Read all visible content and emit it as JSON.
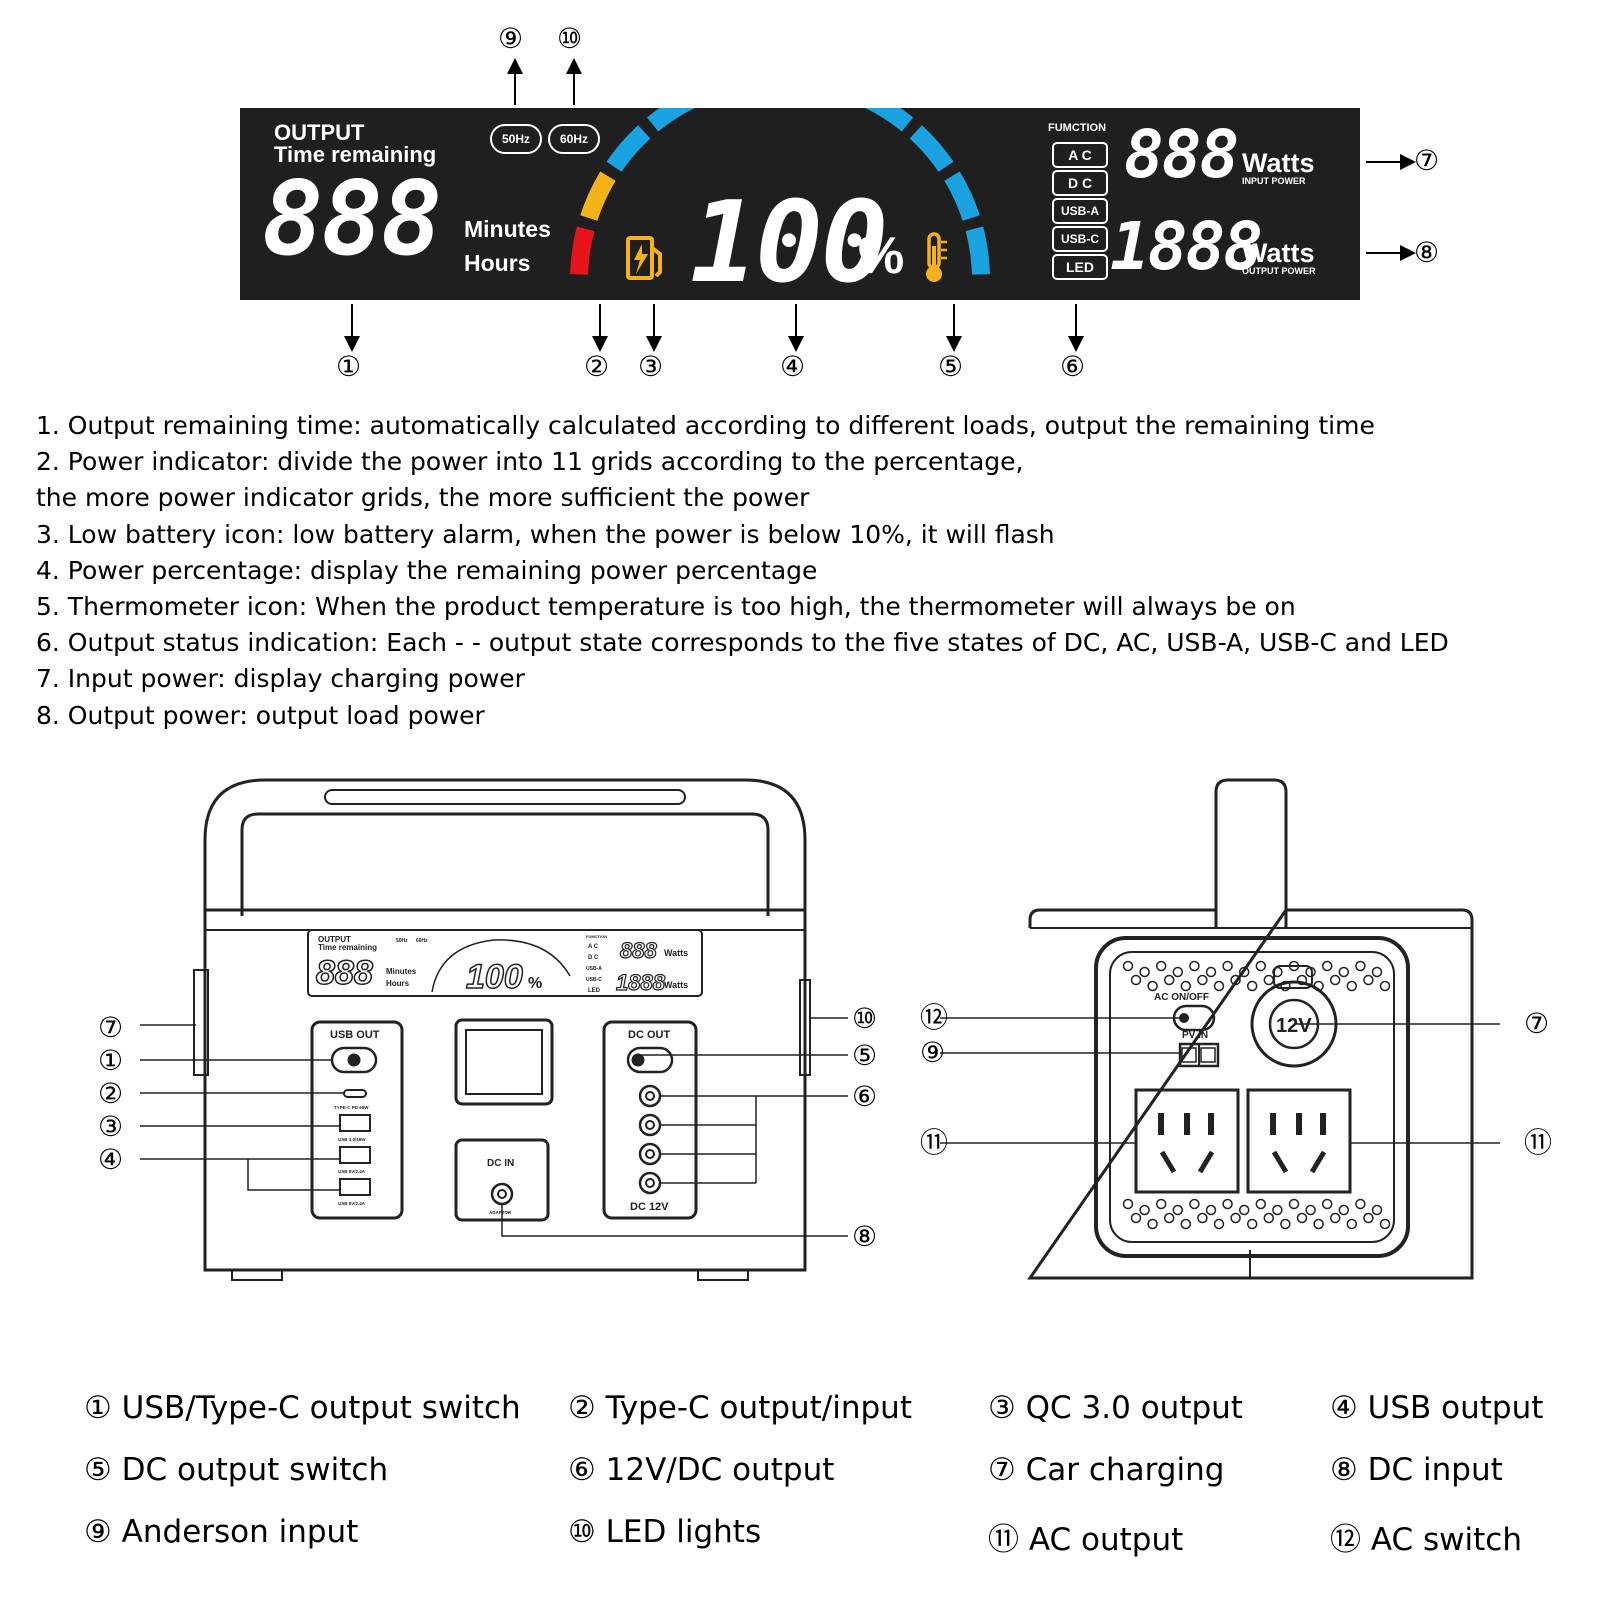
{
  "lcd": {
    "output_label": "OUTPUT",
    "time_remaining_label": "Time remaining",
    "time_digits": "888",
    "minutes_label": "Minutes",
    "hours_label": "Hours",
    "hz_50": "50Hz",
    "hz_60": "60Hz",
    "percent_digits": "100",
    "percent_sign": "%",
    "function_label": "FUMCTION",
    "functions": [
      "A C",
      "D C",
      "USB-A",
      "USB-C",
      "LED"
    ],
    "input_digits": "888",
    "output_digits": "1888",
    "watts_label": "Watts",
    "input_power_label": "INPUT POWER",
    "output_power_label": "OUTPUT POWER",
    "colors": {
      "red": "#e8141b",
      "yellow": "#f5b21b",
      "blue": "#1aa3e0",
      "icon": "#f5b21b"
    }
  },
  "callouts": [
    "①",
    "②",
    "③",
    "④",
    "⑤",
    "⑥",
    "⑦",
    "⑧",
    "⑨",
    "⑩",
    "⑪",
    "⑫"
  ],
  "descriptions": [
    "1. Output remaining time: automatically calculated according to different loads, output the remaining time",
    "2. Power indicator: divide the power into 11 grids according to the percentage,",
    "the more power indicator grids, the more sufficient the power",
    "3. Low battery icon: low battery alarm, when the power is below 10%, it will flash",
    "4. Power percentage: display the remaining power percentage",
    "5. Thermometer icon: When the product temperature is too high, the thermometer will always be on",
    "6. Output status indication: Each - - output state corresponds to the five states of DC, AC, USB-A, USB-C and LED",
    "7. Input power: display charging power",
    "8. Output power: output load power"
  ],
  "front": {
    "mini_output": "OUTPUT",
    "mini_time": "Time remaining",
    "mini_digits": "888",
    "mini_minutes": "Minutes",
    "mini_hours": "Hours",
    "mini_percent": "100",
    "mini_percent_sign": "%",
    "mini_hz_50": "50Hz",
    "mini_hz_60": "60Hz",
    "mini_function": "FUMCTION",
    "mini_functions": [
      "A C",
      "D C",
      "USB-A",
      "USB-C",
      "LED"
    ],
    "mini_in": "888",
    "mini_out": "1888",
    "mini_watts": "Watts",
    "usb_out": "USB OUT",
    "typec_caption": "TYPE-C PD 60W",
    "qc_caption": "USB 3.0/18W",
    "usb_caption_1": "USB 5V/2.4A",
    "usb_caption_2": "USB 5V/2.4A",
    "dc_out": "DC OUT",
    "dc_12v": "DC 12V",
    "dc_in": "DC IN",
    "adaptor": "ADAPTOR"
  },
  "back": {
    "ac_onoff": "AC ON/OFF",
    "pv_in": "PV IN",
    "car_12v": "12V"
  },
  "legend": [
    {
      "num": "①",
      "text": "USB/Type-C output switch"
    },
    {
      "num": "②",
      "text": "Type-C output/input"
    },
    {
      "num": "③",
      "text": "QC 3.0 output"
    },
    {
      "num": "④",
      "text": "USB output"
    },
    {
      "num": "⑤",
      "text": "DC output switch"
    },
    {
      "num": "⑥",
      "text": "12V/DC output"
    },
    {
      "num": "⑦",
      "text": "Car charging"
    },
    {
      "num": "⑧",
      "text": "DC input"
    },
    {
      "num": "⑨",
      "text": "Anderson input"
    },
    {
      "num": "⑩",
      "text": "LED lights"
    },
    {
      "num": "⑪",
      "text": "AC output"
    },
    {
      "num": "⑫",
      "text": "AC switch"
    }
  ]
}
